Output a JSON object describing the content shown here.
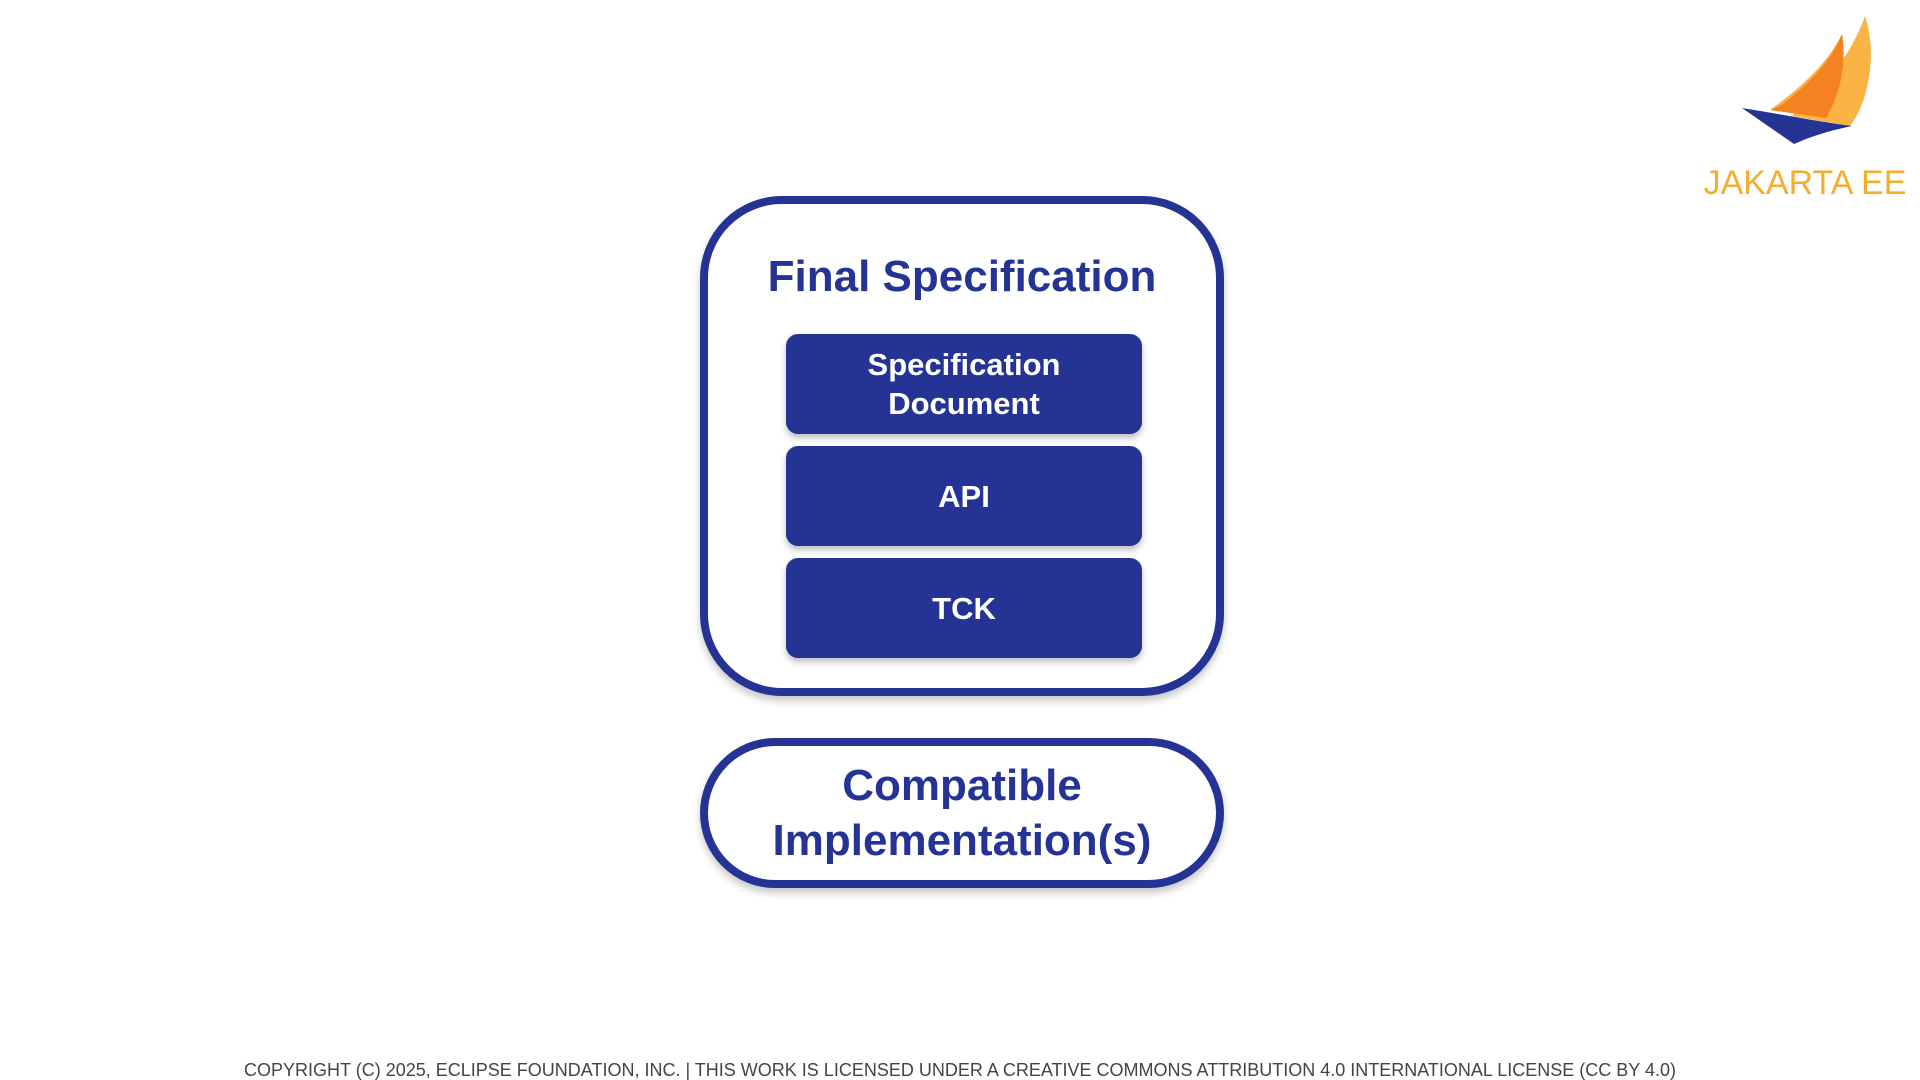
{
  "logo": {
    "text": "JAKARTA EE",
    "icon": "sailboat-logo-icon",
    "colors": {
      "sail_light": "#f9b443",
      "sail_dark": "#f58220",
      "hull": "#253494",
      "text": "#f5ad2e"
    }
  },
  "final_spec": {
    "title": "Final Specification",
    "components": [
      {
        "line1": "Specification",
        "line2": "Document"
      },
      {
        "line1": "API",
        "line2": ""
      },
      {
        "line1": "TCK",
        "line2": ""
      }
    ]
  },
  "compatible": {
    "line1": "Compatible",
    "line2": "Implementation(s)"
  },
  "footer": {
    "text": "COPYRIGHT (C) 2025, ECLIPSE FOUNDATION, INC. | THIS WORK IS LICENSED UNDER A CREATIVE COMMONS ATTRIBUTION 4.0 INTERNATIONAL LICENSE (CC BY 4.0)"
  },
  "colors": {
    "primary": "#253494",
    "background": "#ffffff",
    "footer_text": "#444444"
  }
}
